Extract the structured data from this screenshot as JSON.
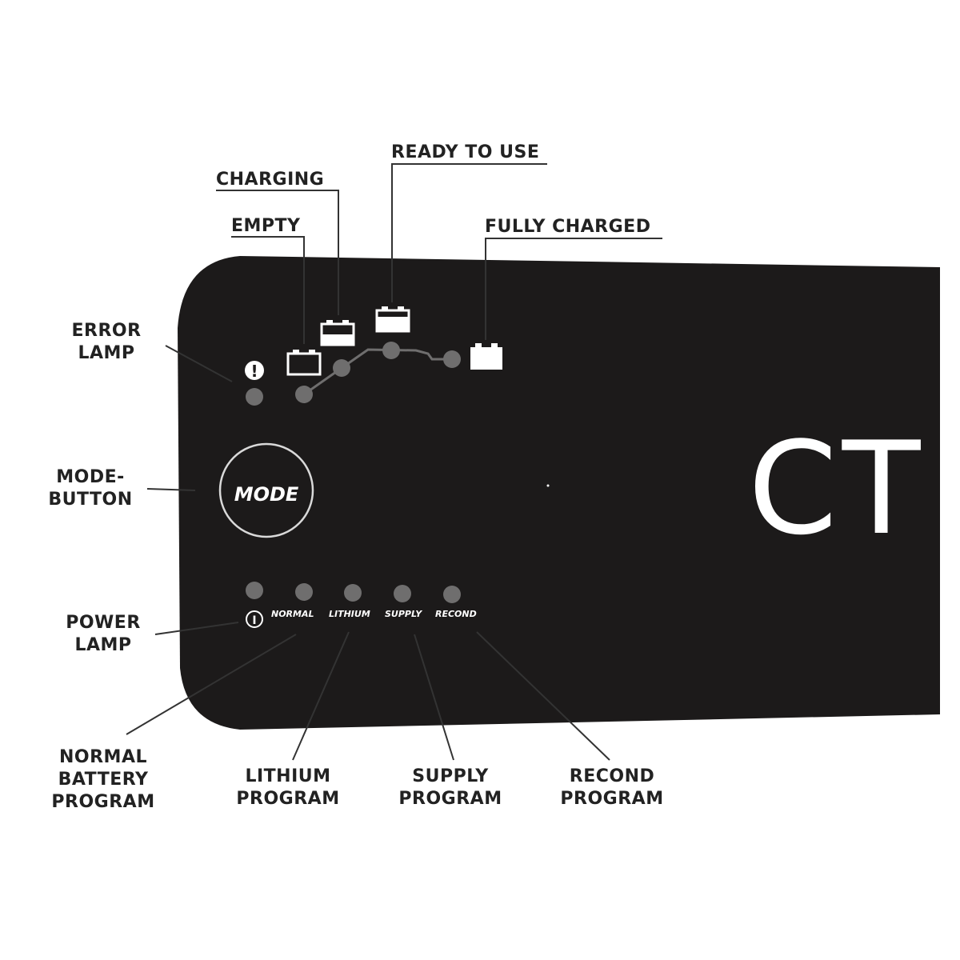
{
  "labels": {
    "ready_to_use": "READY TO USE",
    "charging": "CHARGING",
    "empty": "EMPTY",
    "fully_charged": "FULLY CHARGED",
    "error_lamp_1": "ERROR",
    "error_lamp_2": "LAMP",
    "mode_button_1": "MODE-",
    "mode_button_2": "BUTTON",
    "power_lamp_1": "POWER",
    "power_lamp_2": "LAMP",
    "normal_1": "NORMAL",
    "normal_2": "BATTERY",
    "normal_3": "PROGRAM",
    "lithium_1": "LITHIUM",
    "lithium_2": "PROGRAM",
    "supply_1": "SUPPLY",
    "supply_2": "PROGRAM",
    "recond_1": "RECOND",
    "recond_2": "PROGRAM"
  },
  "panel": {
    "mode_label": "MODE",
    "logo": "CT",
    "error_glyph": "!",
    "power_glyph": "I",
    "programs": [
      "NORMAL",
      "LITHIUM",
      "SUPPLY",
      "RECOND"
    ]
  },
  "colors": {
    "panel": "#1c1a1a",
    "lamp": "#6f6e6e",
    "ink": "#222222"
  }
}
